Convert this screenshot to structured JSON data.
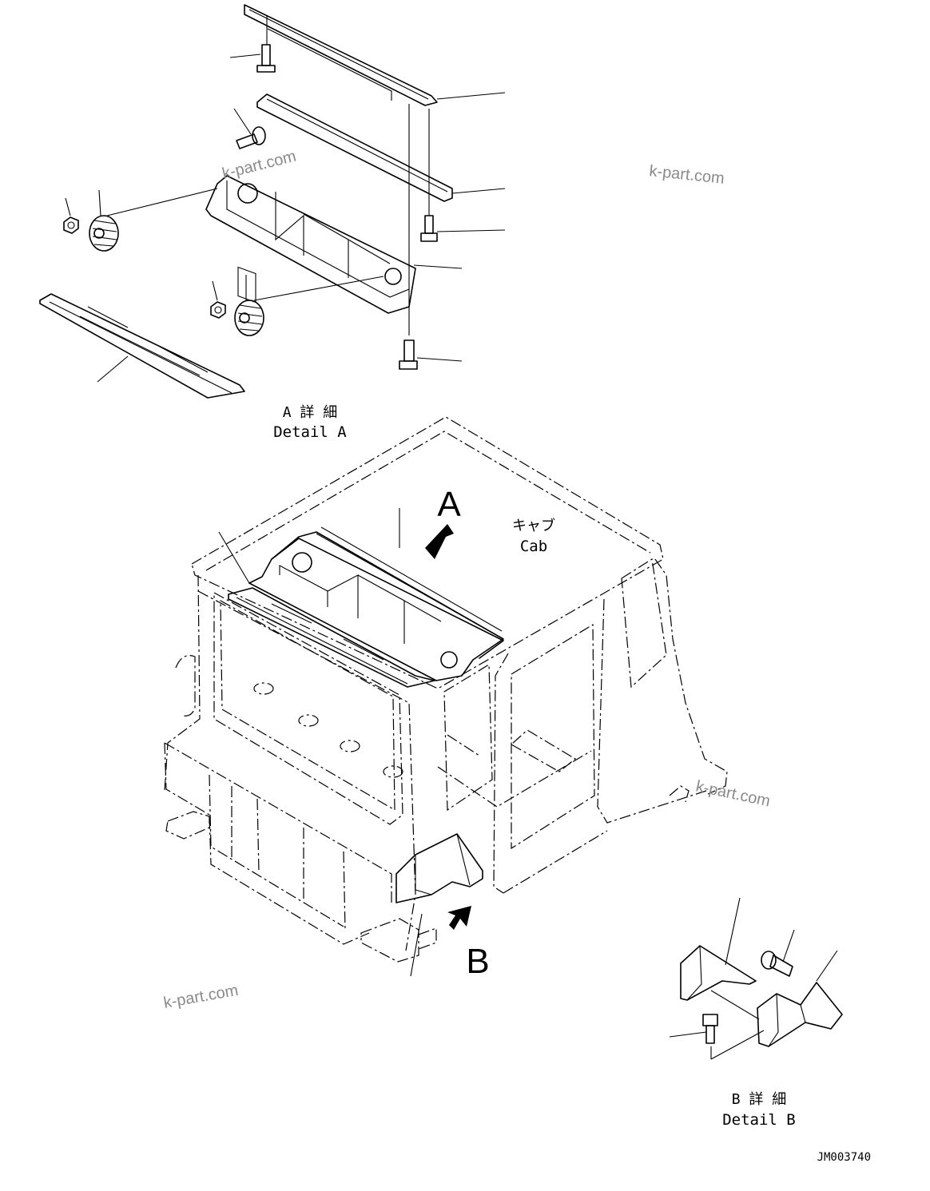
{
  "detail_a": {
    "label_jp": "A 詳 細",
    "label_en": "Detail A"
  },
  "detail_b": {
    "label_jp": "B 詳 細",
    "label_en": "Detail B"
  },
  "cab": {
    "label_jp": "キャブ",
    "label_en": "Cab"
  },
  "view_markers": {
    "a": "A",
    "b": "B"
  },
  "drawing_number": "JM003740",
  "watermarks": [
    "k-part.com",
    "k-part.com",
    "k-part.com",
    "k-part.com"
  ]
}
